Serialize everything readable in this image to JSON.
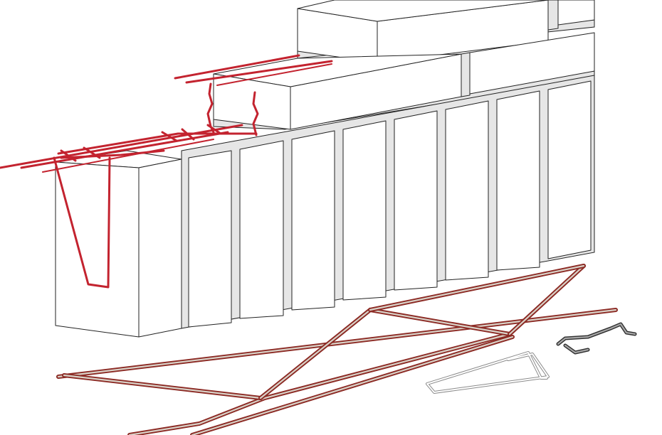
{
  "diagram": {
    "subject": "masonry-wall-reinforcement",
    "colors": {
      "background": "#ffffff",
      "block_fill": "#ffffff",
      "block_outline": "#222222",
      "mortar": "#e6e6e6",
      "rebar": "#c3232f",
      "truss_highlight": "#d9d2c8",
      "truss_shadow": "#8c2a24",
      "tie_wire": "#8a8a8a",
      "clip_wire": "#2e2e2e"
    },
    "components": [
      "block-wall",
      "bed-joint-reinforcement",
      "vertical-rebar-hooks",
      "ladder-truss-reinforcement",
      "rectangular-wire-tie",
      "z-clip-tie"
    ]
  }
}
